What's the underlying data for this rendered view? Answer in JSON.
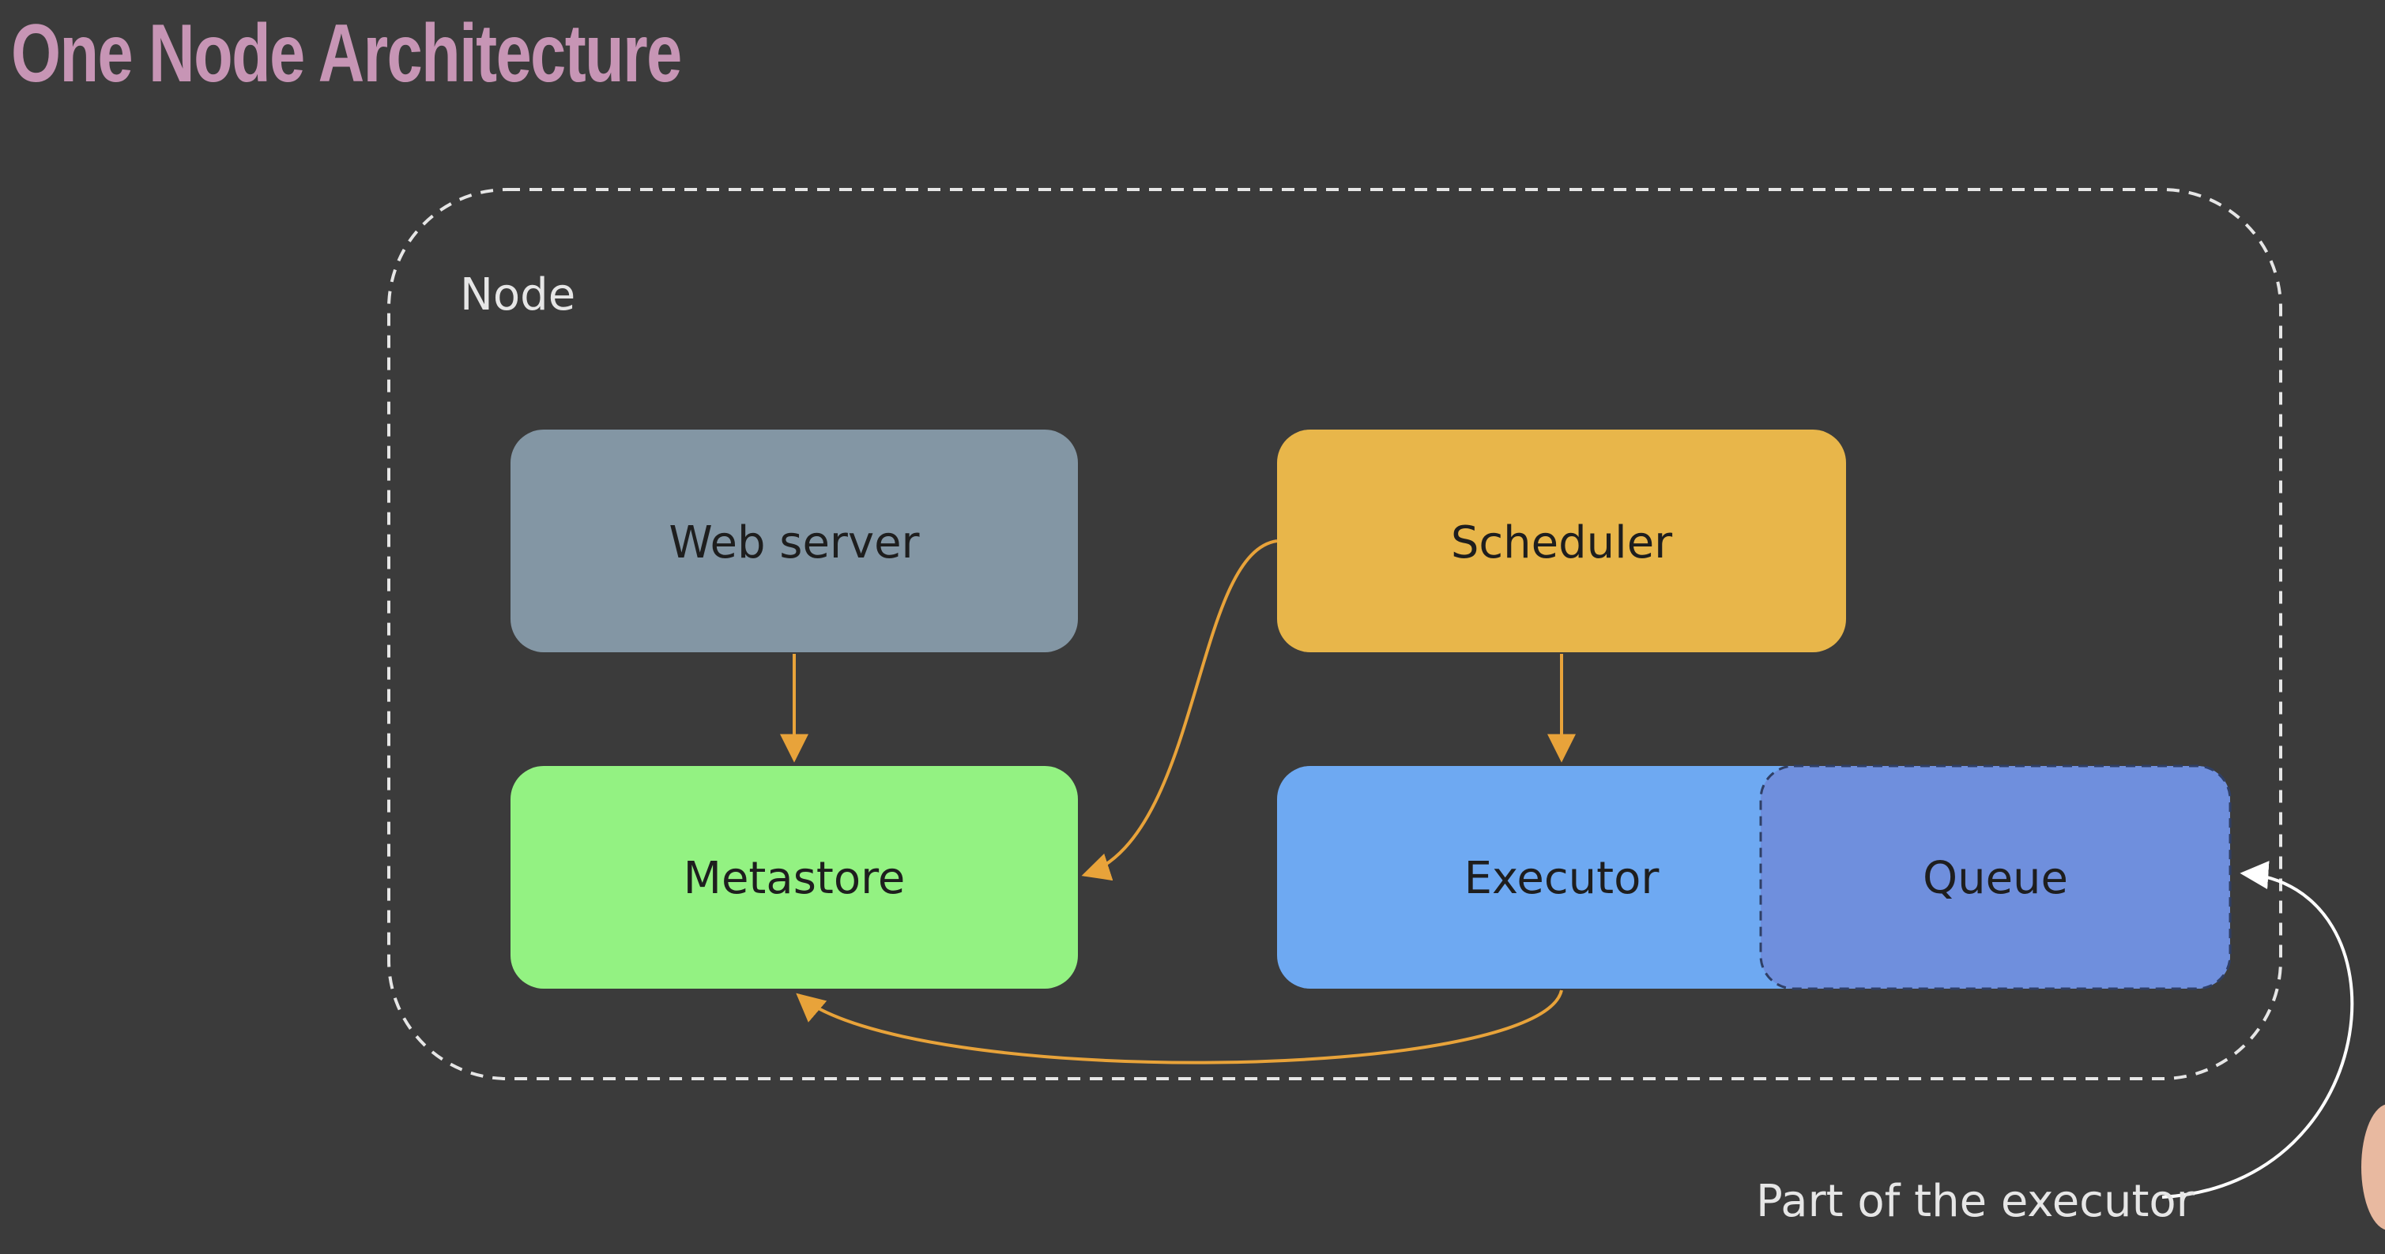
{
  "title": "One Node Architecture",
  "container": {
    "label": "Node"
  },
  "components": {
    "web_server": {
      "label": "Web server",
      "color": "#8396a4"
    },
    "scheduler": {
      "label": "Scheduler",
      "color": "#e8b64a"
    },
    "metastore": {
      "label": "Metastore",
      "color": "#93f282"
    },
    "executor": {
      "label": "Executor",
      "color": "#6ea9f2"
    },
    "queue": {
      "label": "Queue",
      "color": "#6f8fdd"
    }
  },
  "annotation": {
    "label": "Part of the executor"
  },
  "colors": {
    "background": "#3b3b3b",
    "title": "#c795b5",
    "arrow": "#e8a33a",
    "outline": "#e6e6e6"
  },
  "edges": [
    {
      "from": "Web server",
      "to": "Metastore"
    },
    {
      "from": "Scheduler",
      "to": "Metastore"
    },
    {
      "from": "Scheduler",
      "to": "Executor"
    },
    {
      "from": "Executor",
      "to": "Metastore"
    },
    {
      "from": "Part of the executor",
      "to": "Queue"
    }
  ]
}
